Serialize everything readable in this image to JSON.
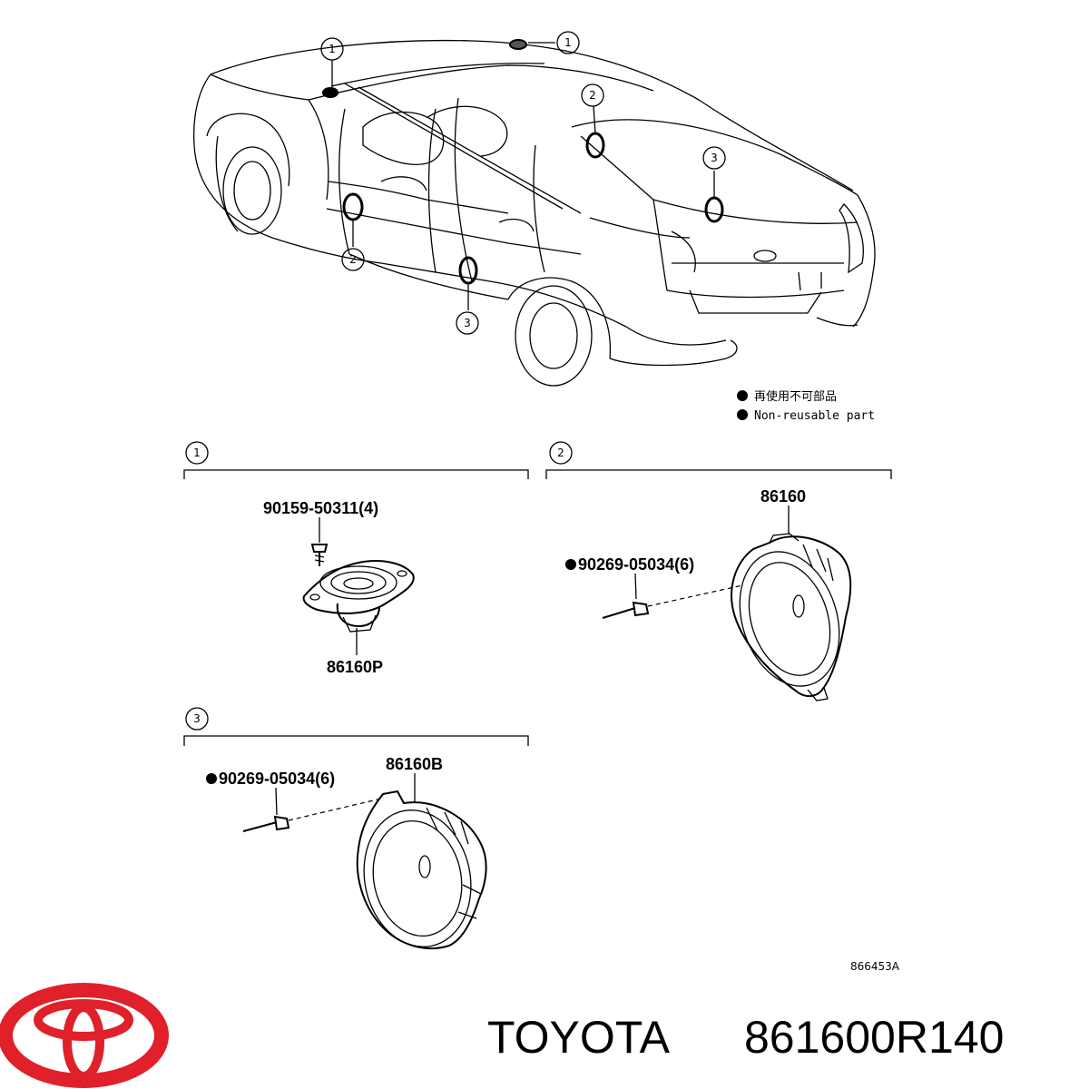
{
  "diagram": {
    "callouts": [
      "1",
      "1",
      "2",
      "2",
      "3",
      "3"
    ],
    "legend": {
      "non_reusable_jp": "再使用不可部品",
      "non_reusable_en": "Non-reusable part"
    },
    "sections": [
      {
        "number": "1",
        "parts": [
          {
            "part_no": "90159-50311(4)"
          },
          {
            "part_no": "86160P"
          }
        ]
      },
      {
        "number": "2",
        "parts": [
          {
            "part_no": "86160"
          },
          {
            "part_no": "90269-05034(6)",
            "non_reusable": true
          }
        ]
      },
      {
        "number": "3",
        "parts": [
          {
            "part_no": "86160B"
          },
          {
            "part_no": "90269-05034(6)",
            "non_reusable": true
          }
        ]
      }
    ],
    "figure_code": "866453A"
  },
  "footer": {
    "logo": "toyota-logo",
    "brand": "TOYOTA",
    "part_number": "861600R140",
    "logo_color": "#e0202a"
  }
}
